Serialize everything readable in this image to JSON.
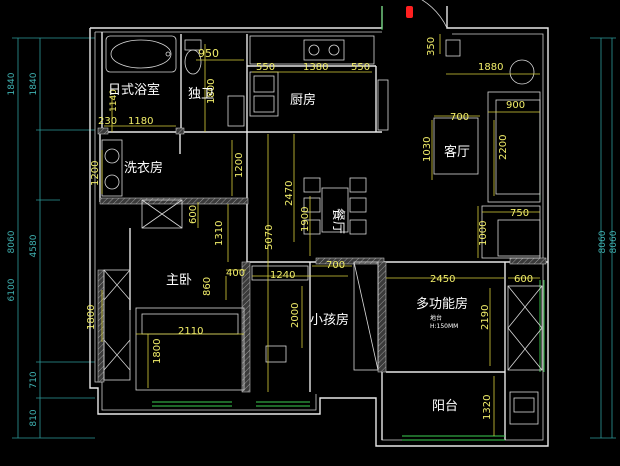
{
  "rooms": {
    "japanese_bath": "日式浴室",
    "wc": "独卫",
    "kitchen": "厨房",
    "laundry": "洗衣房",
    "living": "客厅",
    "dining": "餐厅",
    "master_bedroom": "主卧",
    "kids_room": "小孩房",
    "multi_room": "多功能房",
    "balcony": "阳台"
  },
  "notes": {
    "platform_label": "地台",
    "platform_height": "H:150MM"
  },
  "dims": {
    "d950": "950",
    "d1140": "1140",
    "d550a": "550",
    "d1380": "1380",
    "d550b": "550",
    "d350": "350",
    "d1880": "1880",
    "d230": "230",
    "d1180": "1180",
    "d1200a": "1200",
    "d1200b": "1200",
    "d700a": "700",
    "d900": "900",
    "d1030": "1030",
    "d2200": "2200",
    "d2470": "2470",
    "d1900": "1900",
    "d750": "750",
    "d600a": "600",
    "d1310": "1310",
    "d5070": "5070",
    "d1000": "1000",
    "d400": "400",
    "d1240": "1240",
    "d700b": "700",
    "d2450": "2450",
    "d600b": "600",
    "d860": "860",
    "d1800a": "1800",
    "d2110": "2110",
    "d2000": "2000",
    "d2190": "2190",
    "d1800b": "1800",
    "d1320": "1320"
  },
  "side_dims": {
    "left_outer": "8060",
    "left_1840a": "1840",
    "left_1840b": "1840",
    "left_4580": "4580",
    "left_6100": "6100",
    "left_710": "710",
    "left_810": "810",
    "right_8060a": "8060",
    "right_8060b": "8060"
  },
  "colors": {
    "background": "#000000",
    "walls": "#e8e8e8",
    "dimensions": "#f2ee6a",
    "side_dimensions": "#3fb2b2",
    "windows": "#3ccf52",
    "entry_marker": "#ff2020"
  }
}
